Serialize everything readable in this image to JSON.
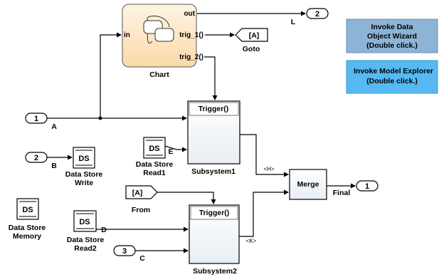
{
  "diagram": {
    "chart": {
      "label": "Chart",
      "ports": {
        "in": "in",
        "out": "out",
        "trig1": "trig_1()",
        "trig2": "trig_2()"
      }
    },
    "inports": [
      {
        "number": "1",
        "label": "A"
      },
      {
        "number": "2",
        "label": "B"
      },
      {
        "number": "3",
        "label": "C"
      }
    ],
    "outports": [
      {
        "number": "2",
        "label": "L"
      },
      {
        "number": "1",
        "label": "Final"
      }
    ],
    "goto": {
      "tag": "[A]",
      "label": "Goto"
    },
    "from": {
      "tag": "[A]",
      "label": "From"
    },
    "subsystem1": {
      "title": "Trigger()",
      "label": "Subsystem1",
      "signal_out": "<H>"
    },
    "subsystem2": {
      "title": "Trigger()",
      "label": "Subsystem2",
      "signal_out": "<K>"
    },
    "merge": {
      "label": "Merge"
    },
    "ds_write": {
      "icon": "DS",
      "label1": "Data Store",
      "label2": "Write"
    },
    "ds_read1": {
      "icon": "DS",
      "label1": "Data Store",
      "label2": "Read1",
      "port": "E"
    },
    "ds_read2": {
      "icon": "DS",
      "label1": "Data Store",
      "label2": "Read2",
      "port": "D"
    },
    "ds_memory": {
      "icon": "DS",
      "label1": "Data Store",
      "label2": "Memory"
    },
    "buttons": {
      "wizard": {
        "line1": "Invoke Data",
        "line2": "Object Wizard",
        "line3": "(Double click.)"
      },
      "explorer": {
        "line1": "Invoke Model Explorer",
        "line2": "(Double click.)"
      }
    }
  },
  "colors": {
    "chart_fill": "#fde8cc",
    "wizard_fill": "#8db3d6",
    "explorer_fill": "#56b9f2",
    "block_fill": "#ffffff"
  }
}
